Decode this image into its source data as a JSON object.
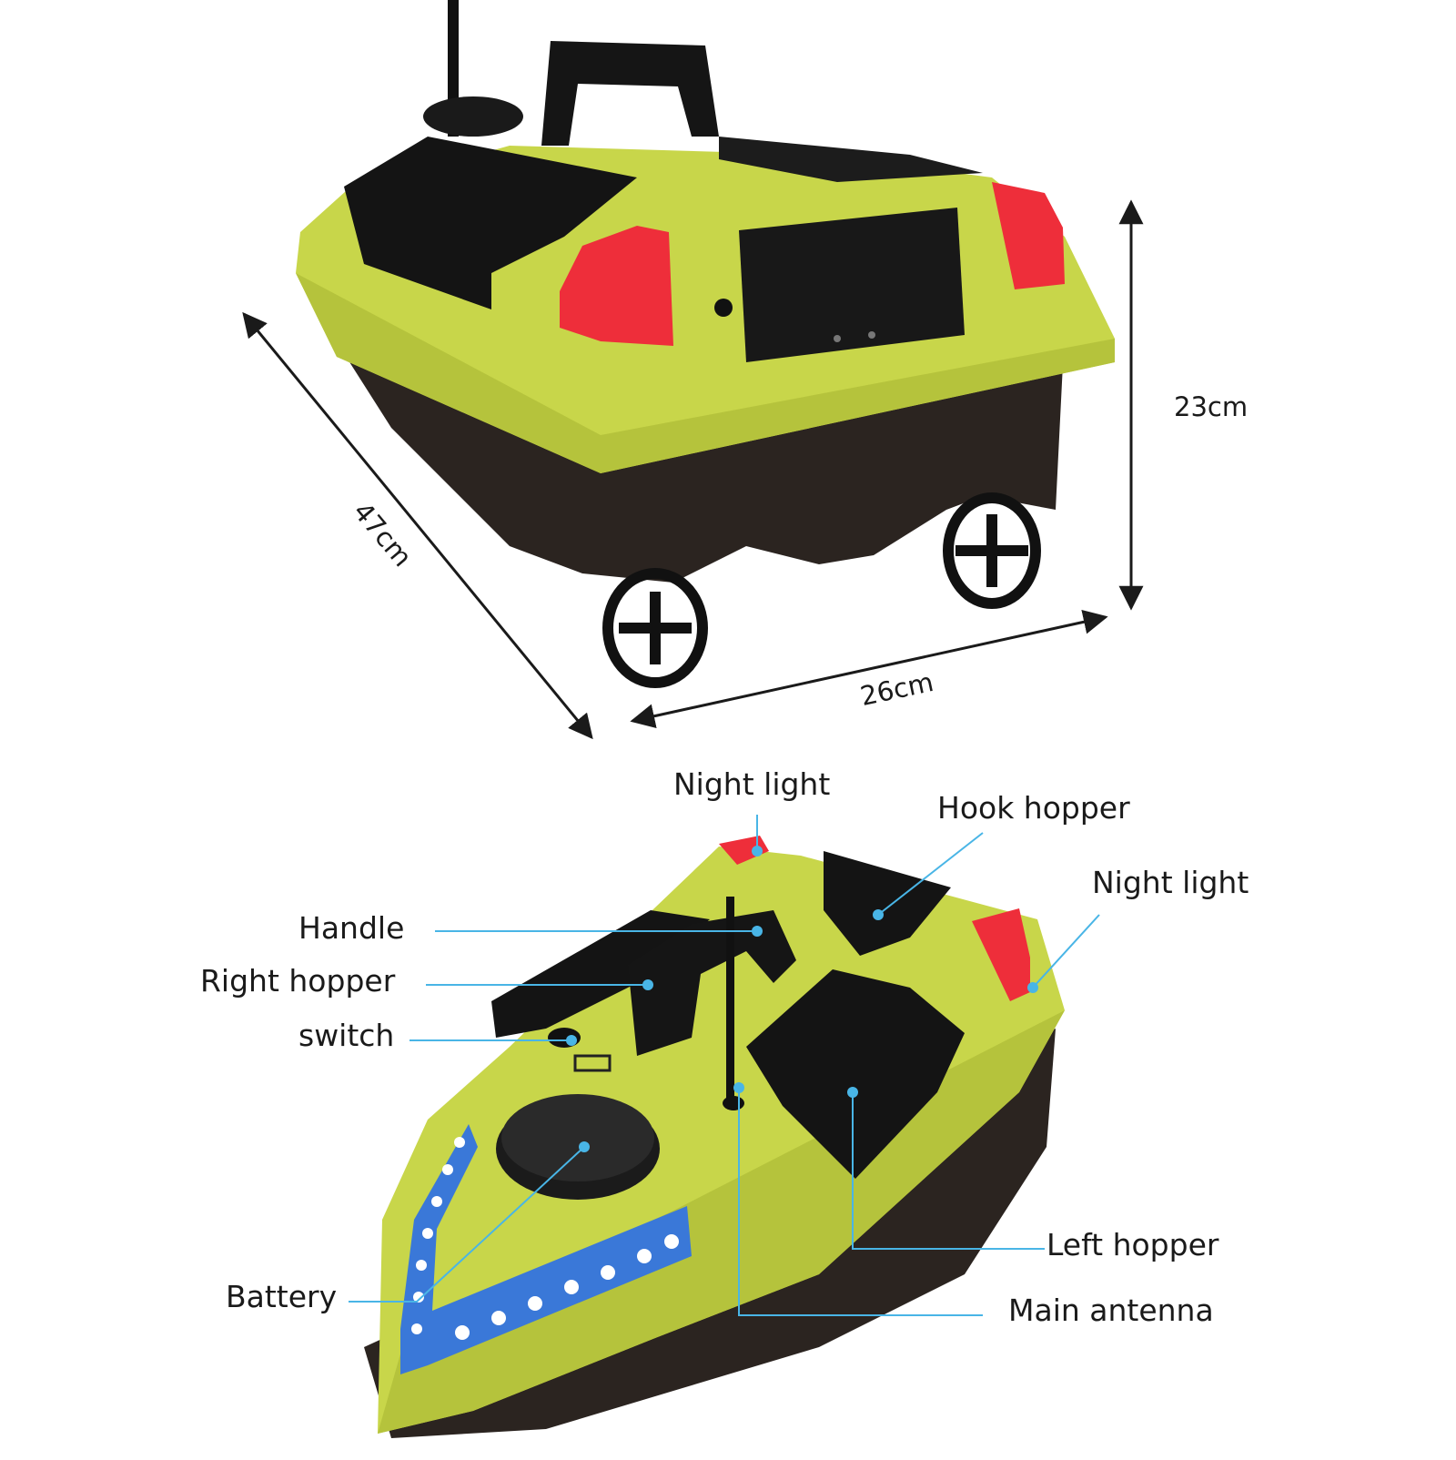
{
  "dimensions": {
    "height": "23cm",
    "width": "26cm",
    "length": "47cm"
  },
  "callouts": {
    "night_light_top": "Night light",
    "hook_hopper": "Hook hopper",
    "night_light_right": "Night light",
    "handle": "Handle",
    "right_hopper": "Right hopper",
    "switch": "switch",
    "battery": "Battery",
    "left_hopper": "Left hopper",
    "main_antenna": "Main antenna"
  },
  "colors": {
    "hull_green": "#c8d64a",
    "hull_dark": "#2b2420",
    "hopper_black": "#141414",
    "night_light_red": "#ee2e3a",
    "led_blue": "#3a78d8",
    "leader_line": "#49b5e6"
  }
}
